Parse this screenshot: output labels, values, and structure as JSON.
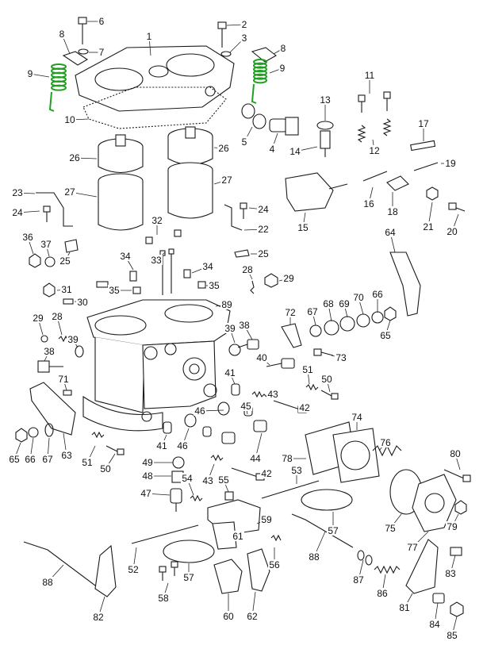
{
  "diagram": {
    "spring_color": "#1fa01f",
    "callouts": [
      {
        "id": "1",
        "text": "1"
      },
      {
        "id": "2",
        "text": "2"
      },
      {
        "id": "3",
        "text": "3"
      },
      {
        "id": "4",
        "text": "4"
      },
      {
        "id": "5",
        "text": "5"
      },
      {
        "id": "6",
        "text": "6"
      },
      {
        "id": "7",
        "text": "7"
      },
      {
        "id": "8a",
        "text": "8"
      },
      {
        "id": "8b",
        "text": "8"
      },
      {
        "id": "9a",
        "text": "9"
      },
      {
        "id": "9b",
        "text": "9"
      },
      {
        "id": "10",
        "text": "10"
      },
      {
        "id": "11",
        "text": "11"
      },
      {
        "id": "12",
        "text": "12"
      },
      {
        "id": "13",
        "text": "13"
      },
      {
        "id": "14",
        "text": "14"
      },
      {
        "id": "15",
        "text": "15"
      },
      {
        "id": "16",
        "text": "16"
      },
      {
        "id": "17",
        "text": "17"
      },
      {
        "id": "18",
        "text": "18"
      },
      {
        "id": "19",
        "text": "19"
      },
      {
        "id": "20",
        "text": "20"
      },
      {
        "id": "21",
        "text": "21"
      },
      {
        "id": "22",
        "text": "22"
      },
      {
        "id": "23",
        "text": "23"
      },
      {
        "id": "24a",
        "text": "24"
      },
      {
        "id": "24b",
        "text": "24"
      },
      {
        "id": "25a",
        "text": "25"
      },
      {
        "id": "25b",
        "text": "25"
      },
      {
        "id": "26a",
        "text": "26"
      },
      {
        "id": "26b",
        "text": "26"
      },
      {
        "id": "27a",
        "text": "27"
      },
      {
        "id": "27b",
        "text": "27"
      },
      {
        "id": "28a",
        "text": "28"
      },
      {
        "id": "28b",
        "text": "28"
      },
      {
        "id": "29a",
        "text": "29"
      },
      {
        "id": "29b",
        "text": "29"
      },
      {
        "id": "30",
        "text": "30"
      },
      {
        "id": "31",
        "text": "31"
      },
      {
        "id": "32",
        "text": "32"
      },
      {
        "id": "33",
        "text": "33"
      },
      {
        "id": "34a",
        "text": "34"
      },
      {
        "id": "34b",
        "text": "34"
      },
      {
        "id": "35a",
        "text": "35"
      },
      {
        "id": "35b",
        "text": "35"
      },
      {
        "id": "36",
        "text": "36"
      },
      {
        "id": "37",
        "text": "37"
      },
      {
        "id": "38a",
        "text": "38"
      },
      {
        "id": "38b",
        "text": "38"
      },
      {
        "id": "39a",
        "text": "39"
      },
      {
        "id": "39b",
        "text": "39"
      },
      {
        "id": "40",
        "text": "40"
      },
      {
        "id": "41",
        "text": "41"
      },
      {
        "id": "41b",
        "text": "41"
      },
      {
        "id": "42a",
        "text": "42"
      },
      {
        "id": "42b",
        "text": "42"
      },
      {
        "id": "43a",
        "text": "43"
      },
      {
        "id": "43b",
        "text": "43"
      },
      {
        "id": "44",
        "text": "44"
      },
      {
        "id": "45",
        "text": "45"
      },
      {
        "id": "46a",
        "text": "46"
      },
      {
        "id": "46b",
        "text": "46"
      },
      {
        "id": "47",
        "text": "47"
      },
      {
        "id": "48",
        "text": "48"
      },
      {
        "id": "49",
        "text": "49"
      },
      {
        "id": "50a",
        "text": "50"
      },
      {
        "id": "50b",
        "text": "50"
      },
      {
        "id": "51a",
        "text": "51"
      },
      {
        "id": "51b",
        "text": "51"
      },
      {
        "id": "52",
        "text": "52"
      },
      {
        "id": "53",
        "text": "53"
      },
      {
        "id": "54",
        "text": "54"
      },
      {
        "id": "55",
        "text": "55"
      },
      {
        "id": "56",
        "text": "56"
      },
      {
        "id": "57a",
        "text": "57"
      },
      {
        "id": "57b",
        "text": "57"
      },
      {
        "id": "58",
        "text": "58"
      },
      {
        "id": "59",
        "text": "59"
      },
      {
        "id": "60",
        "text": "60"
      },
      {
        "id": "61",
        "text": "61"
      },
      {
        "id": "62",
        "text": "62"
      },
      {
        "id": "63",
        "text": "63"
      },
      {
        "id": "64",
        "text": "64"
      },
      {
        "id": "65a",
        "text": "65"
      },
      {
        "id": "65b",
        "text": "65"
      },
      {
        "id": "66a",
        "text": "66"
      },
      {
        "id": "66b",
        "text": "66"
      },
      {
        "id": "67a",
        "text": "67"
      },
      {
        "id": "67b",
        "text": "67"
      },
      {
        "id": "68",
        "text": "68"
      },
      {
        "id": "69",
        "text": "69"
      },
      {
        "id": "70",
        "text": "70"
      },
      {
        "id": "71",
        "text": "71"
      },
      {
        "id": "72",
        "text": "72"
      },
      {
        "id": "73",
        "text": "73"
      },
      {
        "id": "74",
        "text": "74"
      },
      {
        "id": "75",
        "text": "75"
      },
      {
        "id": "76",
        "text": "76"
      },
      {
        "id": "77",
        "text": "77"
      },
      {
        "id": "78",
        "text": "78"
      },
      {
        "id": "79",
        "text": "79"
      },
      {
        "id": "80",
        "text": "80"
      },
      {
        "id": "81",
        "text": "81"
      },
      {
        "id": "82",
        "text": "82"
      },
      {
        "id": "83",
        "text": "83"
      },
      {
        "id": "84",
        "text": "84"
      },
      {
        "id": "85",
        "text": "85"
      },
      {
        "id": "86",
        "text": "86"
      },
      {
        "id": "87",
        "text": "87"
      },
      {
        "id": "88a",
        "text": "88"
      },
      {
        "id": "88b",
        "text": "88"
      },
      {
        "id": "89",
        "text": "89"
      }
    ]
  }
}
